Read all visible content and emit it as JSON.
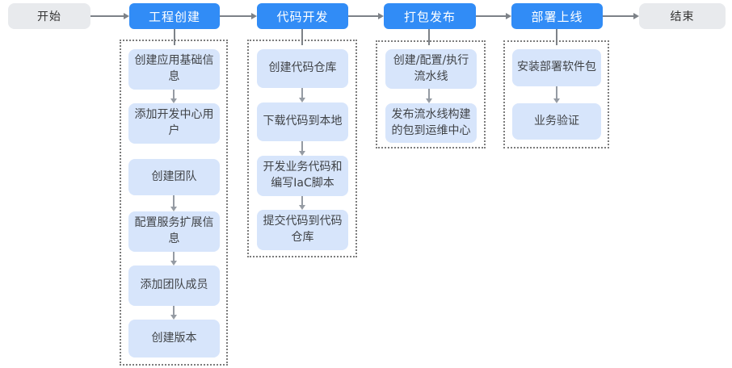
{
  "flow": {
    "start_label": "开始",
    "end_label": "结束",
    "stages": [
      {
        "label": "工程创建",
        "steps": [
          "创建应用基础信息",
          "添加开发中心用户",
          "创建团队",
          "配置服务扩展信息",
          "添加团队成员",
          "创建版本"
        ]
      },
      {
        "label": "代码开发",
        "steps": [
          "创建代码仓库",
          "下载代码到本地",
          "开发业务代码和编写IaC脚本",
          "提交代码到代码仓库"
        ]
      },
      {
        "label": "打包发布",
        "steps": [
          "创建/配置/执行流水线",
          "发布流水线构建的包到运维中心"
        ]
      },
      {
        "label": "部署上线",
        "steps": [
          "安装部署软件包",
          "业务验证"
        ]
      }
    ],
    "colors": {
      "stage_fill": "#318CF6",
      "stage_text": "#FFFFFF",
      "step_fill": "#D7E5FB",
      "step_text": "#404347",
      "terminal_fill": "#E8EAED",
      "terminal_text": "#333333",
      "connector": "#7D8288",
      "group_border": "#7C7C7C"
    }
  }
}
